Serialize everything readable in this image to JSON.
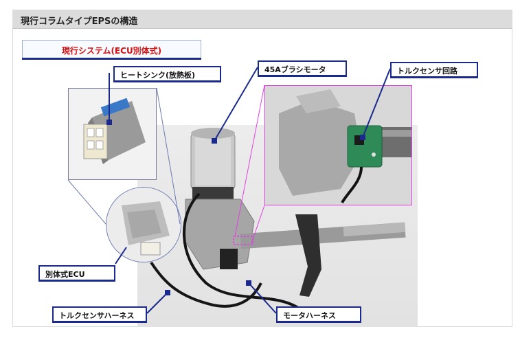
{
  "header": {
    "title": "現行コラムタイプEPSの構造"
  },
  "subtitle": "現行システム(ECU別体式)",
  "labels": {
    "heatsink": "ヒートシンク(放熱板)",
    "motor": "45Aブラシモータ",
    "torque_sensor_circuit": "トルクセンサ回路",
    "separate_ecu": "別体式ECU",
    "torque_sensor_harness": "トルクセンサハーネス",
    "motor_harness": "モータハーネス"
  },
  "colors": {
    "label_border": "#1a2a8c",
    "subtitle_text": "#d41010",
    "inset_highlight": "#e040e0",
    "connector_line": "#1a2a8c"
  }
}
